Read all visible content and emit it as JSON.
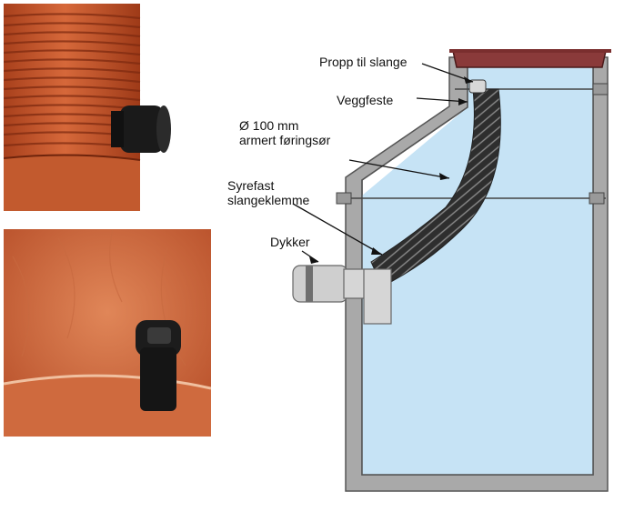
{
  "diagram": {
    "labels": {
      "propp": "Propp til slange",
      "veggfeste": "Veggfeste",
      "pipe_line1": "Ø 100 mm",
      "pipe_line2": "armert føringsør",
      "clamp_line1": "Syrefast",
      "clamp_line2": "slangeklemme",
      "dykker": "Dykker"
    },
    "colors": {
      "water": "#c6e3f5",
      "wall": "#a9a9a9",
      "lid": "#8a3a3a",
      "hose": "#2e2e2e",
      "dykker": "#cfcfcf"
    }
  },
  "photos": {
    "top": {
      "subject": "orange corrugated tank with black dykker outlet",
      "color": "#c9572a"
    },
    "bottom": {
      "subject": "inside of tank with black dykker fitting",
      "color": "#d9734a"
    }
  }
}
